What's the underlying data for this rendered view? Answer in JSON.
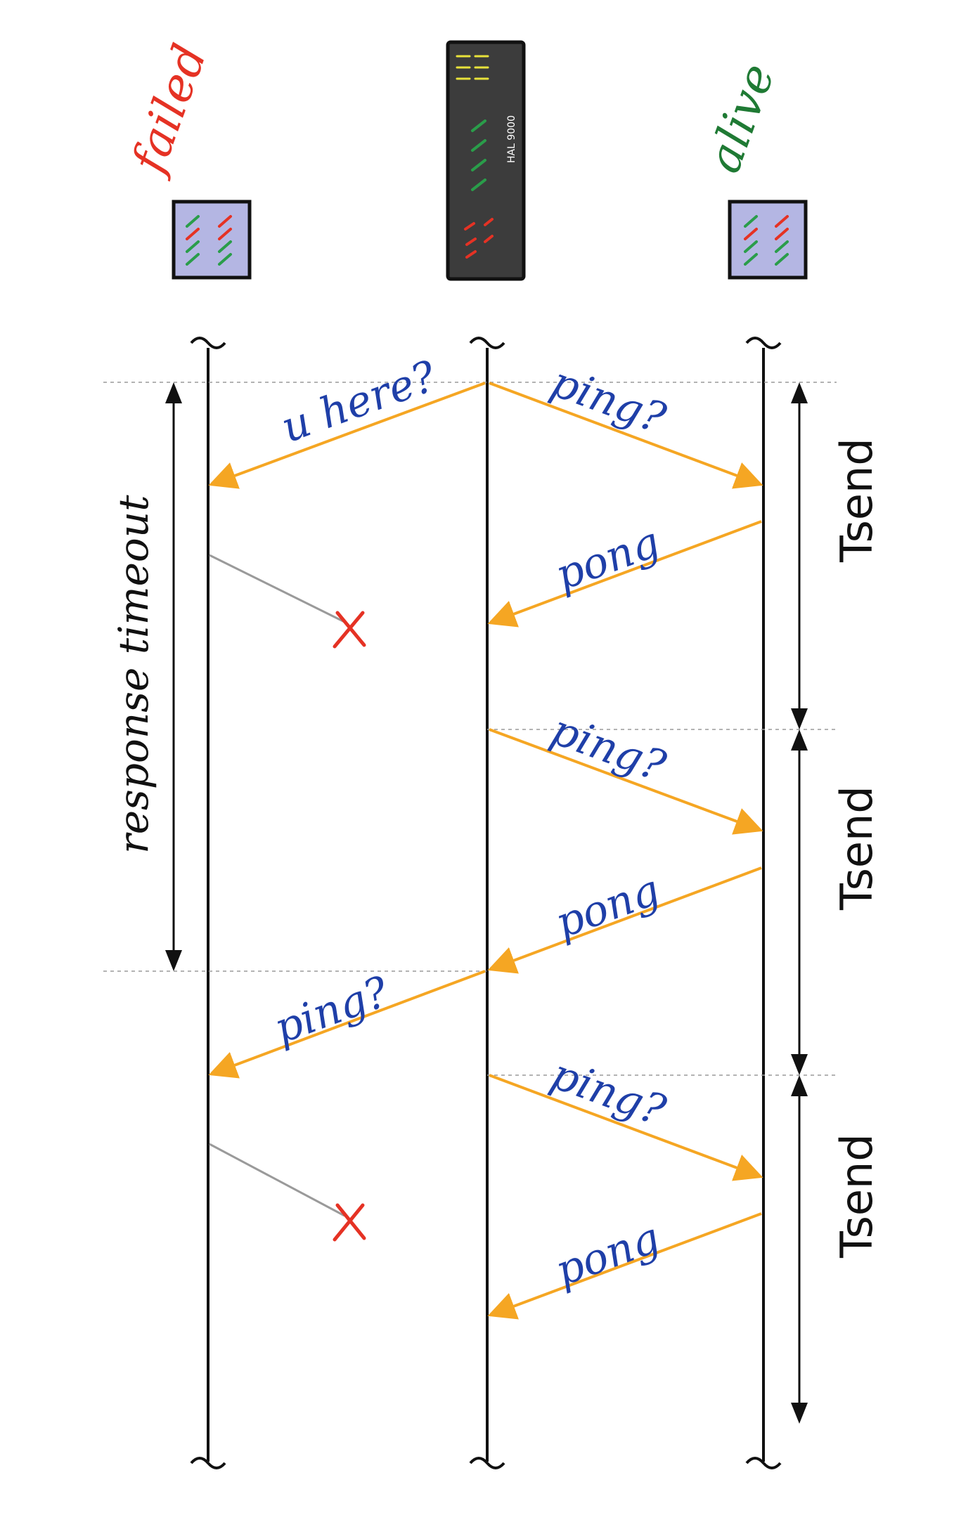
{
  "labels": {
    "failed": "failed",
    "alive": "alive",
    "hal": "HAL 9000",
    "response_timeout": "response timeout",
    "tsend": "Tsend",
    "u_here": "u here?",
    "ping": "ping?",
    "pong": "pong"
  },
  "colors": {
    "arrow": "#f5a623",
    "lost": "#9a9a9a",
    "cross": "#e53224",
    "text_blue": "#1f3fa8",
    "failed": "#e53224",
    "alive": "#1f7a34",
    "node_fill": "#b4b6e3",
    "server_fill": "#3c3c3c"
  }
}
